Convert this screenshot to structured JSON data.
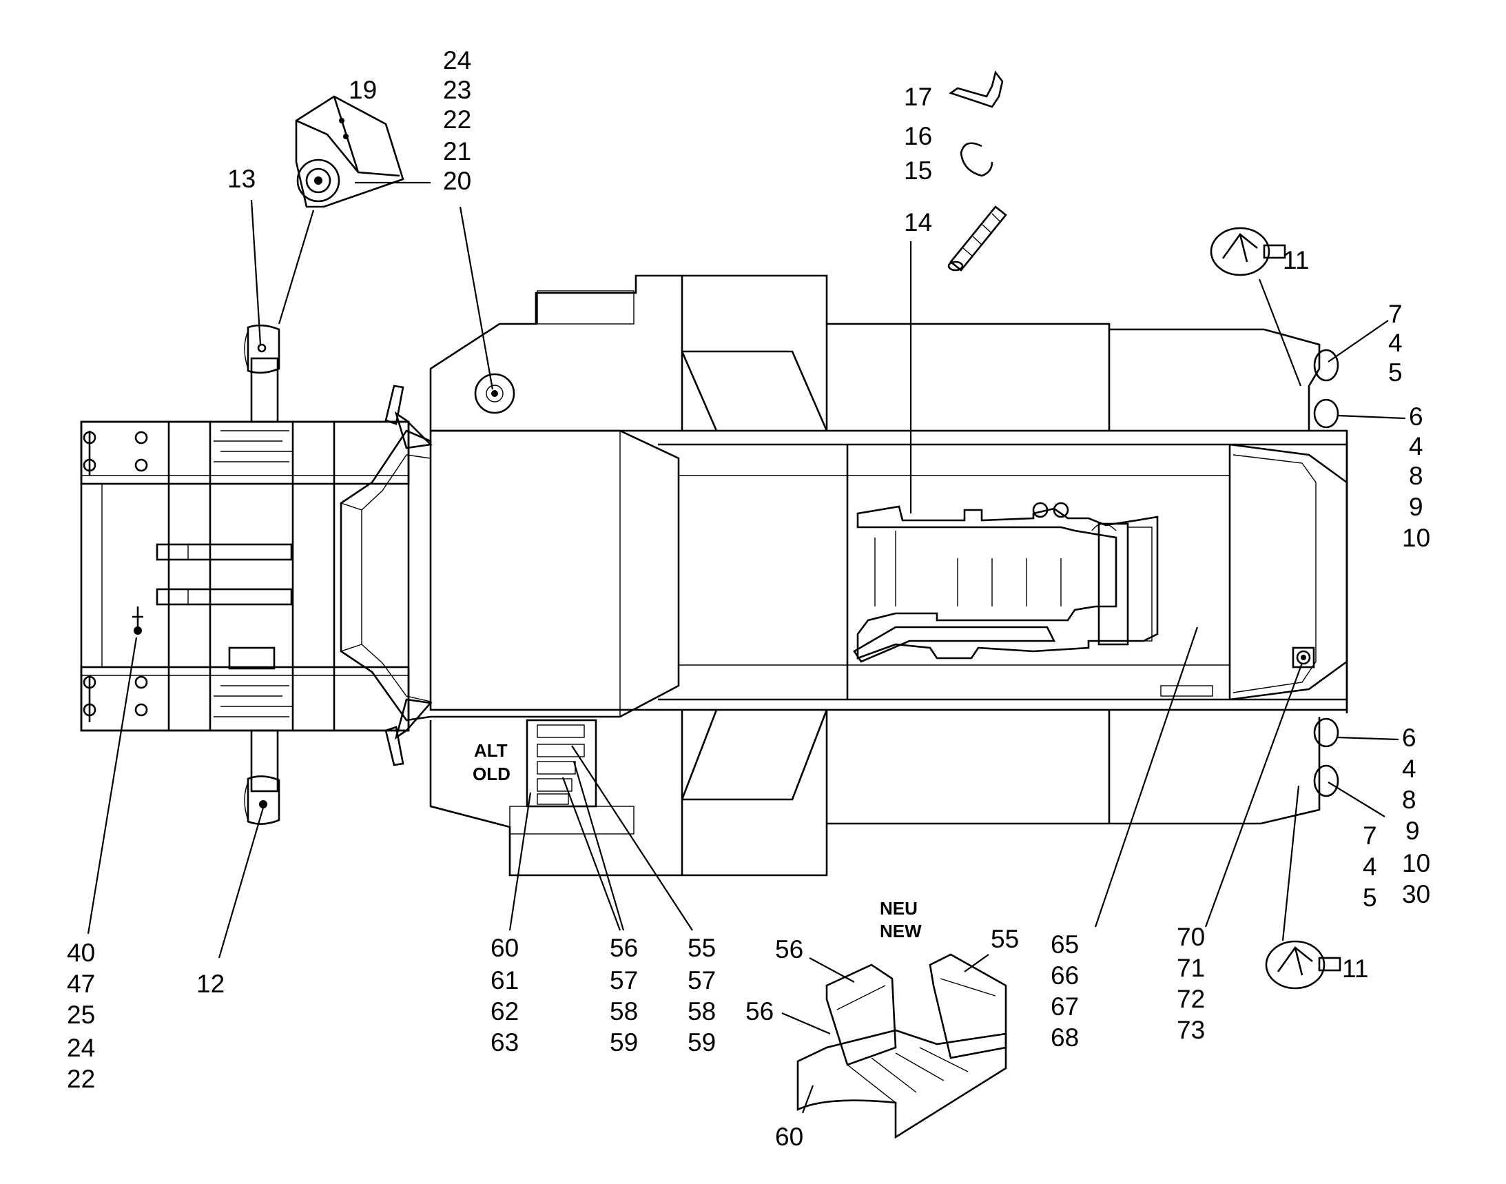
{
  "colors": {
    "ink": "#000000",
    "paper": "#ffffff"
  },
  "callouts": {
    "c19": "19",
    "c24a": "24",
    "c23": "23",
    "c22a": "22",
    "c21": "21",
    "c20": "20",
    "c13": "13",
    "c17": "17",
    "c16": "16",
    "c15": "15",
    "c14": "14",
    "c11a": "11",
    "c7a": "7",
    "c4a": "4",
    "c5a": "5",
    "c6a": "6",
    "c4b": "4",
    "c8a": "8",
    "c9a": "9",
    "c10a": "10",
    "c6b": "6",
    "c4c": "4",
    "c8b": "8",
    "c9b": "9",
    "c7b": "7",
    "c10b": "10",
    "c4d": "4",
    "c30": "30",
    "c5b": "5",
    "c11b": "11",
    "c40": "40",
    "c47": "47",
    "c25": "25",
    "c24b": "24",
    "c22b": "22",
    "c12": "12",
    "c60a": "60",
    "c61": "61",
    "c62": "62",
    "c63": "63",
    "c56a": "56",
    "c57a": "57",
    "c58a": "58",
    "c59a": "59",
    "c55a": "55",
    "c57b": "57",
    "c58b": "58",
    "c59b": "59",
    "c65": "65",
    "c66": "66",
    "c67": "67",
    "c68": "68",
    "c70": "70",
    "c71": "71",
    "c72": "72",
    "c73": "73",
    "c56b": "56",
    "c56c": "56",
    "c55b": "55",
    "c60b": "60"
  },
  "labels": {
    "alt": "ALT",
    "old": "OLD",
    "neu": "NEU",
    "new": "NEW"
  }
}
